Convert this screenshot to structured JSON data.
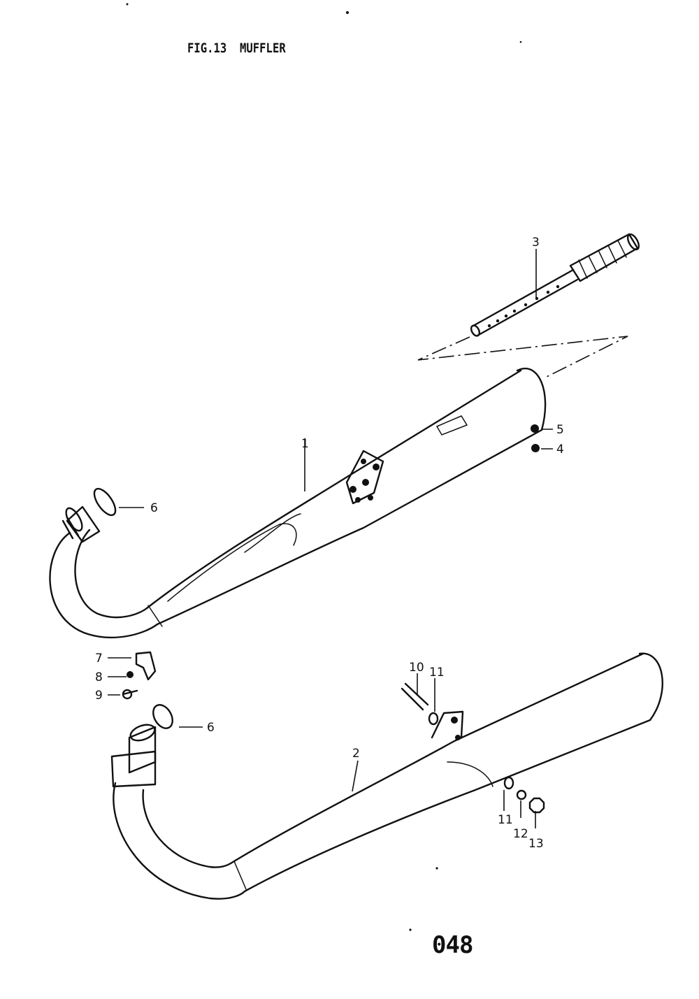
{
  "figure": {
    "title": "FIG.13  MUFFLER",
    "page_number": "048"
  },
  "callouts": {
    "c1": "1",
    "c2": "2",
    "c3": "3",
    "c4": "4",
    "c5": "5",
    "c6a": "6",
    "c6b": "6",
    "c7": "7",
    "c8": "8",
    "c9": "9",
    "c10": "10",
    "c11a": "11",
    "c11b": "11",
    "c12": "12",
    "c13": "13"
  }
}
